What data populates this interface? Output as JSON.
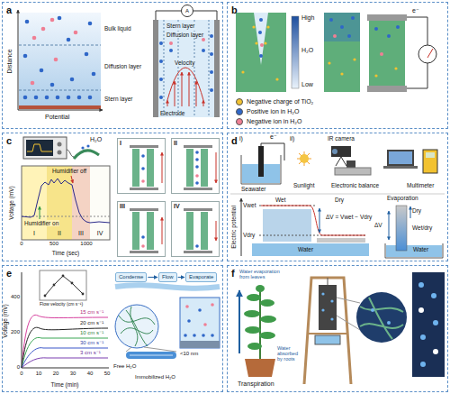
{
  "diagram": {
    "nodes": [
      {
        "text": [
          "a"
        ]
      },
      {
        "text": [
          "b"
        ]
      },
      {
        "text": [
          "c"
        ]
      },
      {
        "text": [
          "I"
        ],
        "in": 2
      },
      {
        "text": [
          "II"
        ],
        "in": 2
      },
      {
        "text": [
          "III"
        ],
        "in": 2
      },
      {
        "text": [
          "IV"
        ],
        "in": 2
      },
      {
        "text": [
          "d"
        ]
      },
      {
        "text": [
          "e"
        ]
      },
      {
        "text": [
          "Condense"
        ],
        "in": 8
      },
      {
        "text": [
          "Flow"
        ],
        "in": 8
      },
      {
        "text": [
          "Evaporate"
        ],
        "in": 8
      },
      {
        "text": [
          "f"
        ]
      }
    ],
    "edges": [
      {
        "from": 9,
        "to": 10,
        "arrow": "to"
      },
      {
        "from": 10,
        "to": 11,
        "arrow": "to"
      }
    ],
    "labels": [
      "Bulk liquid",
      "Diffusion layer",
      "Stern layer",
      "Distance",
      "Potential",
      "A",
      "Stern layer",
      "Diffusion layer",
      "Velocity",
      "Electrode",
      "H₂O",
      "High",
      "Low",
      "e⁻",
      "H₂O",
      "Humidifier on",
      "Humidifier off",
      "I",
      "II",
      "III",
      "IV",
      "Voltage (mV)",
      "Time (sec)",
      "0",
      "500",
      "1000",
      "i)",
      "e⁻",
      "Seawater",
      "ii)",
      "IR camera",
      "Sunlight",
      "Electronic balance",
      "Multimeter",
      "Electric potential",
      "Wet",
      "Dry",
      "Vwet",
      "Vdry",
      "ΔV = Vwet − Vdry",
      "Water",
      "Evaporation",
      "ΔV",
      "Dry",
      "Wet/dry",
      "Water",
      "Voltage (mV)",
      "Time (min)",
      "0",
      "10",
      "20",
      "30",
      "40",
      "50",
      "0",
      "200",
      "400",
      "Flow velocity (cm s⁻¹)",
      "15 cm s⁻¹",
      "20 cm s⁻¹",
      "10 cm s⁻¹",
      "30 cm s⁻¹",
      "3 cm s⁻¹",
      "<10 nm",
      "Free H₂O",
      "Immobilized H₂O",
      "Transpiration",
      "Water evaporation from leaves",
      "Water absorbed by roots"
    ],
    "legend": [
      {
        "text": "Negative charge of TiO₂",
        "color": "#f2c230"
      },
      {
        "text": "Positive ion in H₂O",
        "color": "#2f67c8"
      },
      {
        "text": "Negative ion in H₂O",
        "color": "#ef7f94"
      }
    ]
  }
}
